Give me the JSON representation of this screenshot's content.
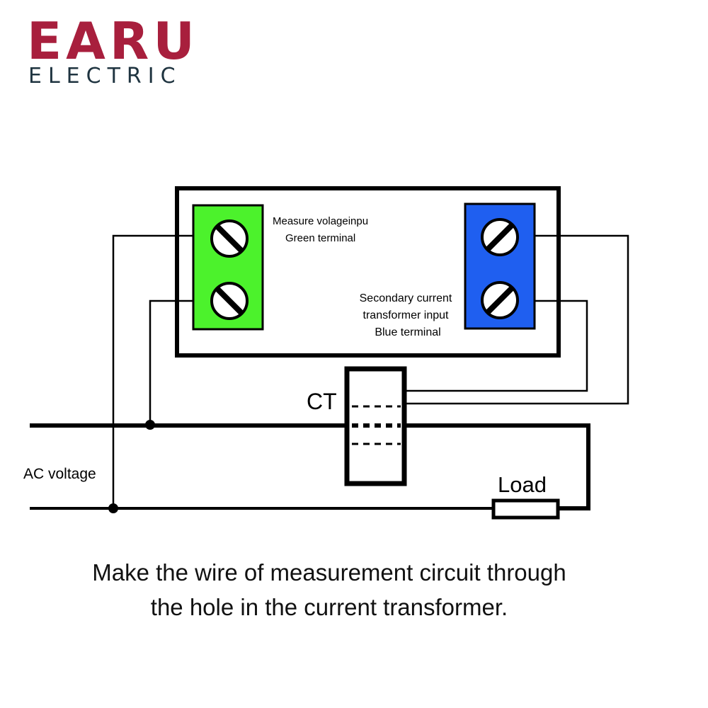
{
  "logo": {
    "brand": "EARU",
    "tagline": "ELECTRIC",
    "brand_color": "#a81f3d",
    "tagline_color": "#1f3440"
  },
  "diagram": {
    "voltage_terminal_label_line1": "Measure volageinpu",
    "voltage_terminal_label_line2": "Green terminal",
    "current_terminal_label_line1": "Secondary current",
    "current_terminal_label_line2": "transformer input",
    "current_terminal_label_line3": "Blue terminal",
    "ct_label": "CT",
    "ac_label": "AC voltage",
    "load_label": "Load",
    "colors": {
      "green_terminal": "#4cf22c",
      "blue_terminal": "#1f5ff0",
      "line": "#000000"
    }
  },
  "caption": {
    "line1": "Make the wire of measurement circuit through",
    "line2": "the hole in the current transformer."
  }
}
